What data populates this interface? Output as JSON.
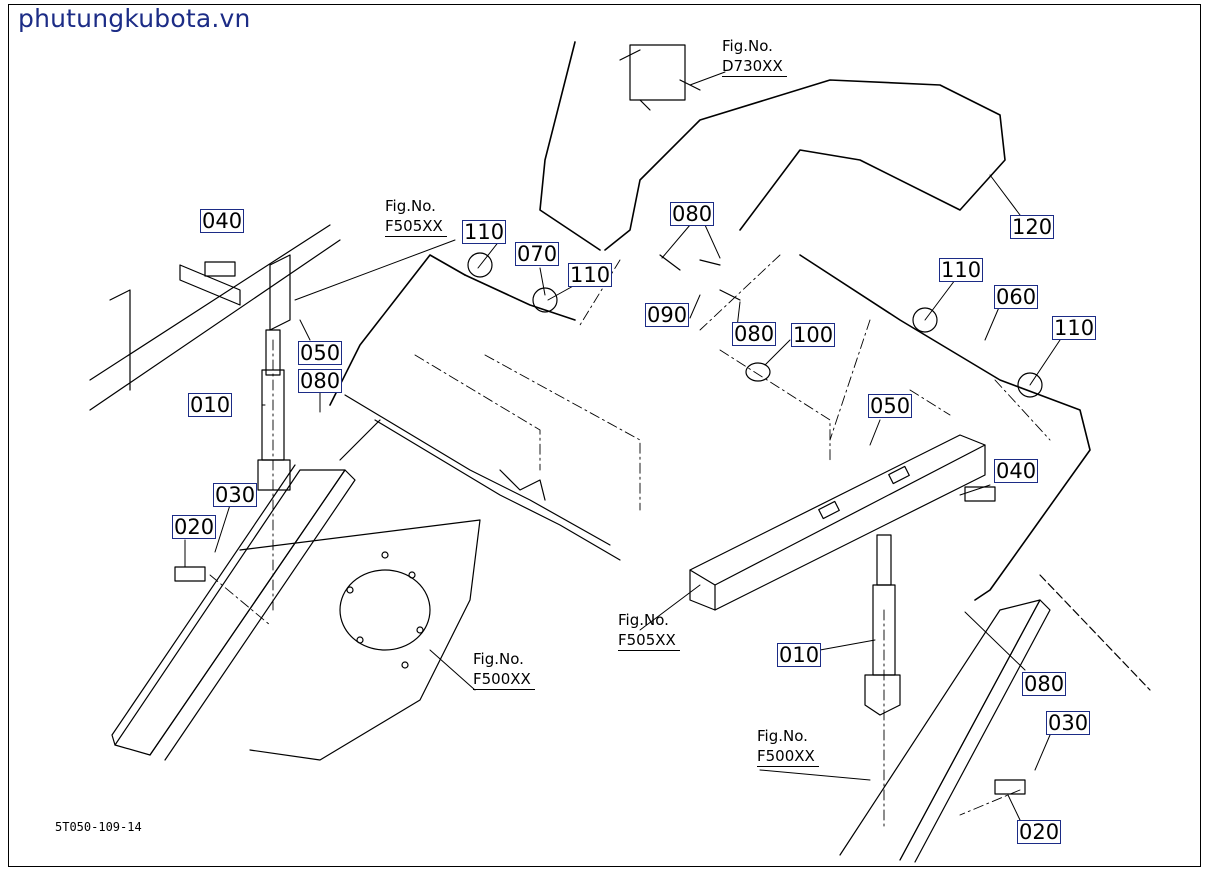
{
  "watermark": "phutungkubota.vn",
  "drawing_code": "5T050-109-14",
  "fig_refs": [
    {
      "label": "Fig.No.",
      "number": "D730XX"
    },
    {
      "label": "Fig.No.",
      "number": "F505XX"
    },
    {
      "label": "Fig.No.",
      "number": "F505XX"
    },
    {
      "label": "Fig.No.",
      "number": "F500XX"
    },
    {
      "label": "Fig.No.",
      "number": "F500XX"
    }
  ],
  "callouts": [
    {
      "text": "040",
      "boxed": true
    },
    {
      "text": "110",
      "boxed": true
    },
    {
      "text": "070",
      "boxed": true
    },
    {
      "text": "110",
      "boxed": true
    },
    {
      "text": "050",
      "boxed": true
    },
    {
      "text": "080",
      "boxed": true
    },
    {
      "text": "010",
      "boxed": true
    },
    {
      "text": "030",
      "boxed": true
    },
    {
      "text": "020",
      "boxed": true
    },
    {
      "text": "080",
      "boxed": true
    },
    {
      "text": "090",
      "boxed": true
    },
    {
      "text": "080",
      "boxed": true
    },
    {
      "text": "100",
      "boxed": true
    },
    {
      "text": "120",
      "boxed": true
    },
    {
      "text": "110",
      "boxed": true
    },
    {
      "text": "060",
      "boxed": true
    },
    {
      "text": "110",
      "boxed": true
    },
    {
      "text": "050",
      "boxed": true
    },
    {
      "text": "040",
      "boxed": true
    },
    {
      "text": "010",
      "boxed": true
    },
    {
      "text": "080",
      "boxed": true
    },
    {
      "text": "030",
      "boxed": true
    },
    {
      "text": "020",
      "boxed": true
    }
  ]
}
